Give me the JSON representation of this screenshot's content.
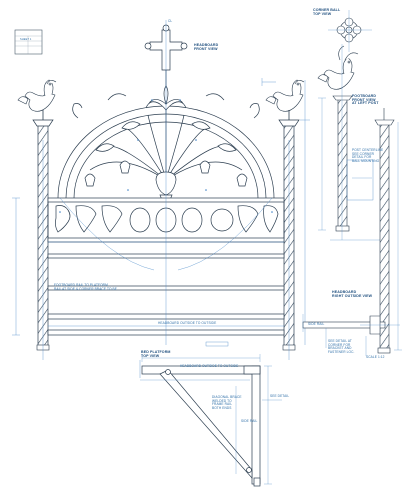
{
  "title_block": {
    "text": "SHEET 1"
  },
  "labels": {
    "headboard_front": "HEADBOARD\nFRONT VIEW",
    "corner_ball_top": "CORNER BALL\nTOP VIEW",
    "footboard_front": "FOOTBOARD\nFRONT VIEW\nAT LEFT POST",
    "headboard_right": "HEADBOARD\nRIGHT OUTSIDE VIEW",
    "bed_platform_top": "BED PLATFORM\nTOP VIEW",
    "dim_rail": "HEADBOARD OUTSIDE TO OUTSIDE",
    "dim_lower": "HEADBOARD OUTSIDE TO OUTSIDE",
    "rail_note": "FOOTBOARD RAIL TO PLATFORM\nRAIL AT SIDE & CORNER BRACE TO BE",
    "post_note": "POST CENTERLINE\nSEE CORNER\nDETAIL FOR\nBALL MOUNTING",
    "brace_note": "DIAGONAL BRACE\nWELDED TO\nFRAME RAIL\nBOTH ENDS",
    "side_rail_note": "SIDE RAIL",
    "right_note": "SEE DETAIL AT\nCORNER FOR\nBRACKET AND\nFASTENER LOC.",
    "cl_note": "CL",
    "scale_note": "SCALE 1:12",
    "rail_right": "SIDE RAIL",
    "dim_small": "SEE DETAIL"
  }
}
